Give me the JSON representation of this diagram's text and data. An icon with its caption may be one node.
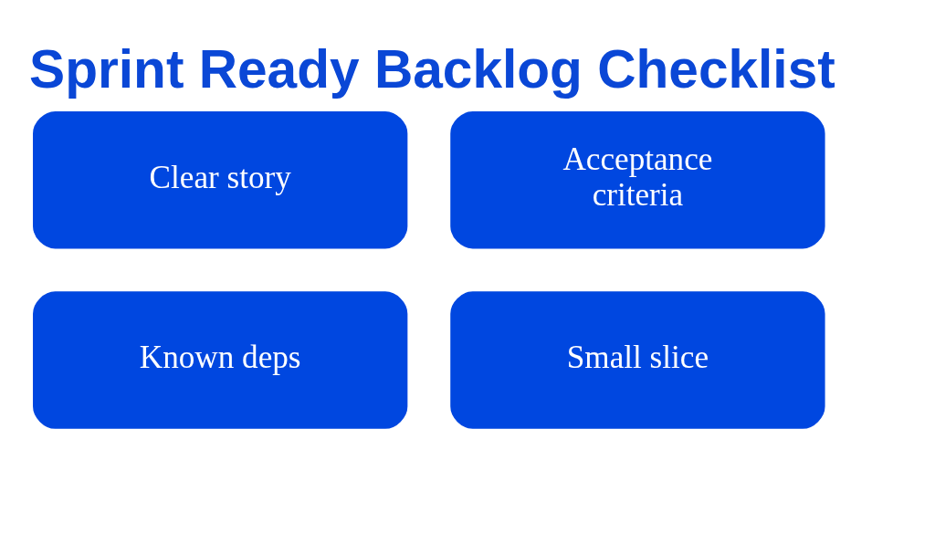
{
  "diagram": {
    "title": "Sprint Ready Backlog Checklist",
    "nodes": [
      {
        "text": [
          "Clear story"
        ]
      },
      {
        "text": [
          "Acceptance criteria"
        ]
      },
      {
        "text": [
          "Known deps"
        ]
      },
      {
        "text": [
          "Small slice"
        ]
      }
    ]
  }
}
